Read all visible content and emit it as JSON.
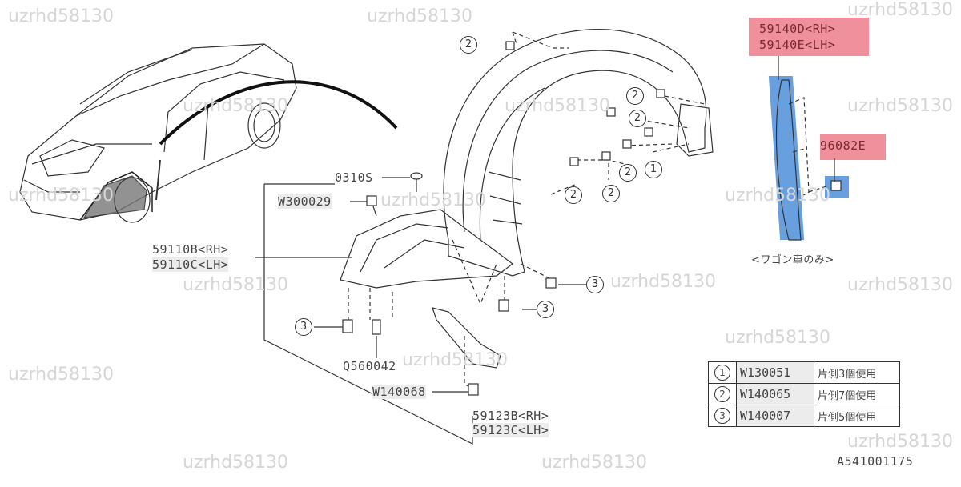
{
  "watermark": "uzrhd58130",
  "labels": {
    "p0310s": "0310S",
    "w300029": "W300029",
    "p59110b": "59110B<RH>",
    "p59110c": "59110C<LH>",
    "q560042": "Q560042",
    "w140068": "W140068",
    "p59123b": "59123B<RH>",
    "p59123c": "59123C<LH>",
    "p59140d": "59140D<RH>",
    "p59140e": "59140E<LH>",
    "p96082e": "96082E",
    "wagon_only": "<ワゴン車のみ>",
    "diagram_id": "A541001175"
  },
  "callouts": [
    "1",
    "2",
    "3"
  ],
  "legend": [
    {
      "num": "1",
      "code": "W130051",
      "usage": "片側3個使用"
    },
    {
      "num": "2",
      "code": "W140065",
      "usage": "片側7個使用"
    },
    {
      "num": "3",
      "code": "W140007",
      "usage": "片側5個使用"
    }
  ],
  "colors": {
    "highlight_red": "#e6465a",
    "highlight_blue": "#2878d2"
  }
}
